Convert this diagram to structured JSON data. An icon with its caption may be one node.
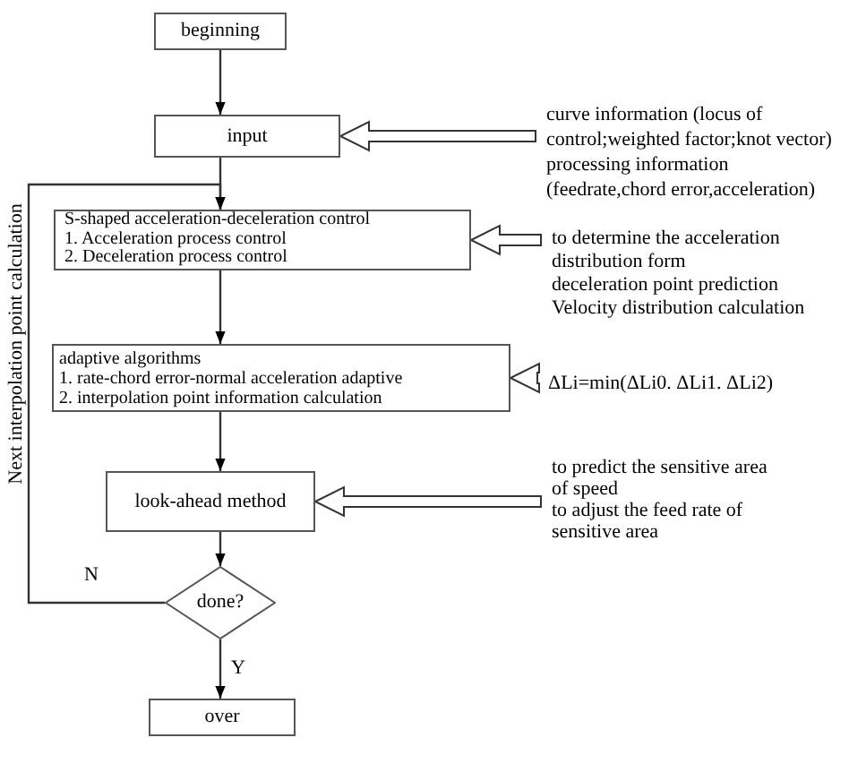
{
  "diagram": {
    "nodes": [
      {
        "text": [
          "beginning"
        ]
      },
      {
        "text": [
          "input"
        ]
      },
      {
        "text": [
          "S-shaped acceleration-deceleration control",
          "1. Acceleration process control",
          "2. Deceleration process control"
        ]
      },
      {
        "text": [
          "adaptive algorithms",
          "1. rate-chord error-normal acceleration adaptive",
          "2. interpolation point information calculation"
        ]
      },
      {
        "text": [
          "look-ahead method"
        ]
      },
      {
        "text": [
          "done?"
        ]
      },
      {
        "text": [
          "over"
        ]
      },
      {
        "text": [
          "curve information (locus of control;weighted factor;knot vector)",
          "processing information (feedrate,chord error,acceleration)"
        ]
      },
      {
        "text": [
          "to determine the acceleration distribution form",
          "deceleration point prediction",
          "Velocity distribution calculation"
        ]
      },
      {
        "text": [
          "ΔLi=min(ΔLi0. ΔLi1. ΔLi2)"
        ]
      },
      {
        "text": [
          "to predict the sensitive area of speed",
          "to adjust the feed rate of sensitive area"
        ]
      }
    ],
    "edges": [
      {
        "from": 0,
        "to": 1,
        "arrow": "to"
      },
      {
        "from": 1,
        "to": 2,
        "arrow": "to"
      },
      {
        "from": 2,
        "to": 3,
        "arrow": "to"
      },
      {
        "from": 3,
        "to": 4,
        "arrow": "to"
      },
      {
        "from": 4,
        "to": 5,
        "arrow": "to"
      },
      {
        "from": 5,
        "to": 6,
        "arrow": "to",
        "label": "Y"
      },
      {
        "from": 5,
        "to": 2,
        "arrow": "to",
        "label": "N"
      },
      {
        "from": 7,
        "to": 1,
        "arrow": "to",
        "style": "thick"
      },
      {
        "from": 8,
        "to": 2,
        "arrow": "to",
        "style": "thick"
      },
      {
        "from": 9,
        "to": 3,
        "arrow": "to",
        "style": "thick"
      },
      {
        "from": 10,
        "to": 4,
        "arrow": "to",
        "style": "thick"
      }
    ],
    "labels": [
      "Next interpolation point calculation"
    ]
  }
}
